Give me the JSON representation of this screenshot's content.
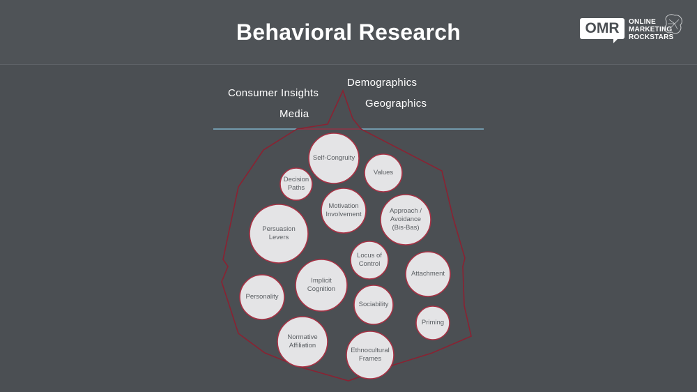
{
  "slide": {
    "title": "Behavioral Research"
  },
  "logo": {
    "mark": "OMR",
    "line1": "ONLINE",
    "line2": "MARKETING",
    "line3": "ROCKSTARS",
    "icon": "brain-icon"
  },
  "tip_labels": {
    "demographics": "Demographics",
    "consumer_insights": "Consumer  Insights",
    "geographics": "Geographics",
    "media": "Media"
  },
  "colors": {
    "background": "#4b4f53",
    "iceberg_outline": "#8a2232",
    "waterline": "#7fb3c9",
    "circle_fill": "#e4e4e6",
    "circle_border": "#a83245"
  },
  "circles": [
    {
      "id": "self-congruity",
      "label": "Self-Congruity"
    },
    {
      "id": "values",
      "label": "Values"
    },
    {
      "id": "decision-paths",
      "label": "Decision\nPaths"
    },
    {
      "id": "motivation-involvement",
      "label": "Motivation\nInvolvement"
    },
    {
      "id": "approach-avoidance",
      "label": "Approach /\nAvoidance\n(Bis-Bas)"
    },
    {
      "id": "persuasion-levers",
      "label": "Persuasion\nLevers"
    },
    {
      "id": "locus-of-control",
      "label": "Locus of\nControl"
    },
    {
      "id": "attachment",
      "label": "Attachment"
    },
    {
      "id": "implicit-cognition",
      "label": "Implicit\nCognition"
    },
    {
      "id": "personality",
      "label": "Personality"
    },
    {
      "id": "sociability",
      "label": "Sociability"
    },
    {
      "id": "priming",
      "label": "Priming"
    },
    {
      "id": "normative-affiliation",
      "label": "Normative\nAffiliation"
    },
    {
      "id": "ethnocultural-frames",
      "label": "Ethnocultural\nFrames"
    }
  ]
}
